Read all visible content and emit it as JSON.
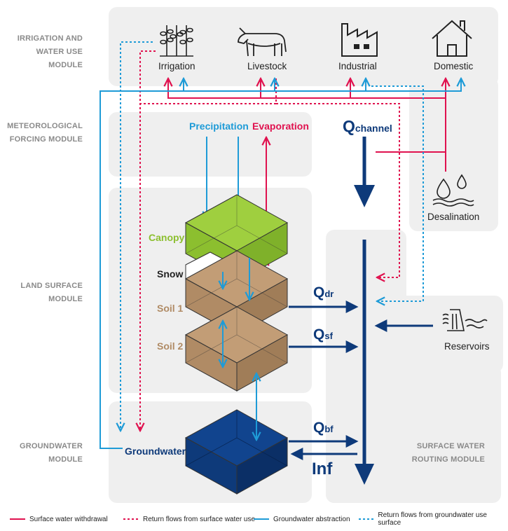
{
  "modules": {
    "irrigation": "IRRIGATION AND\nWATER USE MODULE",
    "meteorological": "METEOROLOGICAL\nFORCING MODULE",
    "land_surface": "LAND SURFACE\nMODULE",
    "groundwater": "GROUNDWATER\nMODULE",
    "routing": "SURFACE WATER\nROUTING MODULE"
  },
  "sectors": {
    "irrigation": "Irrigation",
    "livestock": "Livestock",
    "industrial": "Industrial",
    "domestic": "Domestic",
    "desalination": "Desalination",
    "reservoirs": "Reservoirs"
  },
  "forcing": {
    "precipitation": "Precipitation",
    "evaporation": "Evaporation"
  },
  "layers": {
    "canopy": "Canopy",
    "snow": "Snow",
    "soil1": "Soil 1",
    "soil2": "Soil 2",
    "groundwater": "Groundwater"
  },
  "flows": {
    "channel_q": "Q",
    "channel_sub": "channel",
    "dr_q": "Q",
    "dr_sub": "dr",
    "sf_q": "Q",
    "sf_sub": "sf",
    "bf_q": "Q",
    "bf_sub": "bf",
    "inf": "Inf"
  },
  "legend": {
    "sw_withdrawal": "Surface water withdrawal",
    "sw_return": "Return flows from surface water use",
    "gw_abstraction": "Groundwater abstraction",
    "gw_return": "Return flows from groundwater use surface"
  },
  "colors": {
    "red": "#e0124f",
    "blue": "#1e9bd7",
    "navy": "#0e3a7a",
    "canopy": "#8cbf2f",
    "soil": "#b08b65",
    "panel": "#efefef",
    "label_gray": "#8a8a8a"
  }
}
